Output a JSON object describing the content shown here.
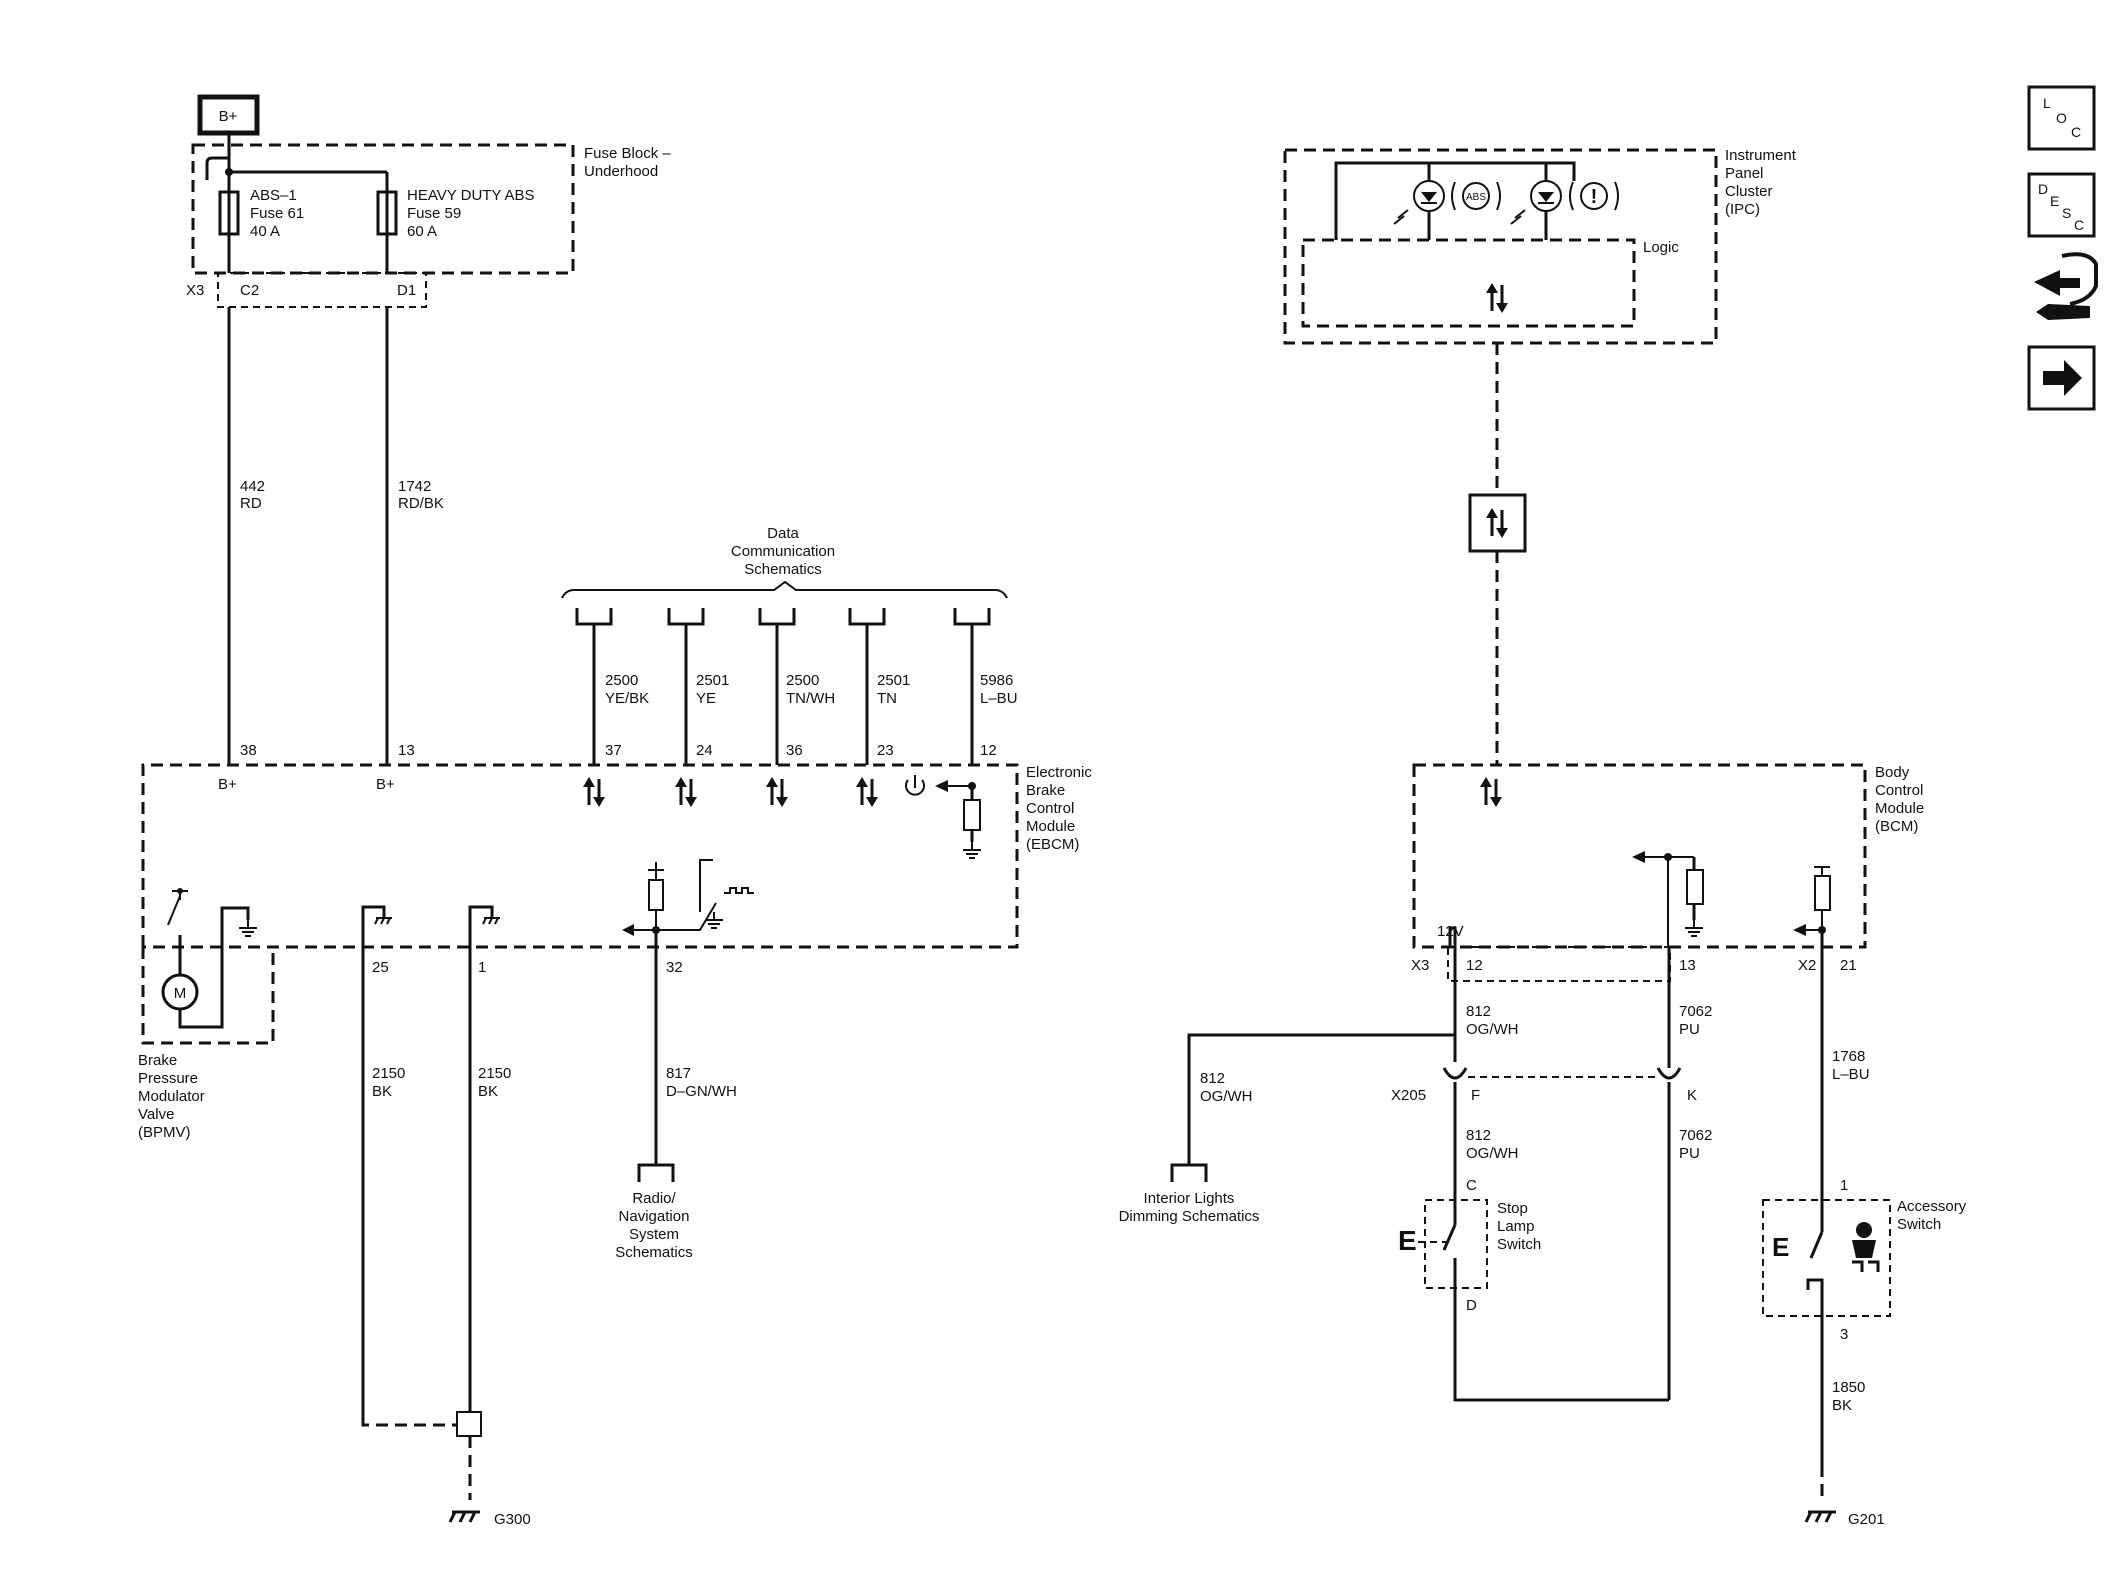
{
  "power": {
    "bplus": "B+"
  },
  "fuse_block": {
    "title": [
      "Fuse Block –",
      "Underhood"
    ],
    "fuse1": [
      "ABS–1",
      "Fuse 61",
      "40 A"
    ],
    "fuse2": [
      "HEAVY DUTY ABS",
      "Fuse 59",
      "60 A"
    ],
    "connector": "X3",
    "pin1": "C2",
    "pin2": "D1"
  },
  "wires": {
    "w442": [
      "442",
      "RD"
    ],
    "w1742": [
      "1742",
      "RD/BK"
    ],
    "w2500a": [
      "2500",
      "YE/BK"
    ],
    "w2501a": [
      "2501",
      "YE"
    ],
    "w2500b": [
      "2500",
      "TN/WH"
    ],
    "w2501b": [
      "2501",
      "TN"
    ],
    "w5986": [
      "5986",
      "L–BU"
    ],
    "w2150a": [
      "2150",
      "BK"
    ],
    "w2150b": [
      "2150",
      "BK"
    ],
    "w817": [
      "817",
      "D–GN/WH"
    ],
    "w812a": [
      "812",
      "OG/WH"
    ],
    "w812b": [
      "812",
      "OG/WH"
    ],
    "w812c": [
      "812",
      "OG/WH"
    ],
    "w7062a": [
      "7062",
      "PU"
    ],
    "w7062b": [
      "7062",
      "PU"
    ],
    "w1768": [
      "1768",
      "L–BU"
    ],
    "w1850": [
      "1850",
      "BK"
    ]
  },
  "data_comm": {
    "title": [
      "Data",
      "Communication",
      "Schematics"
    ]
  },
  "ebcm": {
    "title": [
      "Electronic",
      "Brake",
      "Control",
      "Module",
      "(EBCM)"
    ],
    "pins_top": [
      "38",
      "13",
      "37",
      "24",
      "36",
      "23",
      "12"
    ],
    "bplus1": "B+",
    "bplus2": "B+",
    "pins_bottom": [
      "25",
      "1",
      "32"
    ]
  },
  "bpmv": {
    "title": [
      "Brake",
      "Pressure",
      "Modulator",
      "Valve",
      "(BPMV)"
    ],
    "motor": "M"
  },
  "radio": {
    "title": [
      "Radio/",
      "Navigation",
      "System",
      "Schematics"
    ]
  },
  "ground_left": "G300",
  "ipc": {
    "title": [
      "Instrument",
      "Panel",
      "Cluster",
      "(IPC)"
    ],
    "logic": "Logic",
    "abs_lamp": "ABS",
    "brake_lamp": "!"
  },
  "bcm": {
    "title": [
      "Body",
      "Control",
      "Module",
      "(BCM)"
    ],
    "v12": "12V",
    "x3": "X3",
    "x2": "X2",
    "pins": [
      "12",
      "13",
      "21"
    ]
  },
  "interior": {
    "title": [
      "Interior Lights",
      "Dimming Schematics"
    ]
  },
  "inline": {
    "connector": "X205",
    "pin_f": "F",
    "pin_k": "K"
  },
  "stop_lamp": {
    "title": [
      "Stop",
      "Lamp",
      "Switch"
    ],
    "pin_c": "C",
    "pin_d": "D",
    "glyph": "E"
  },
  "accessory": {
    "title": [
      "Accessory",
      "Switch"
    ],
    "pin1": "1",
    "pin3": "3",
    "glyph": "E"
  },
  "ground_right": "G201",
  "nav_buttons": {
    "loc": [
      "L",
      "O",
      "C"
    ],
    "desc": [
      "D",
      "E",
      "S",
      "C"
    ]
  }
}
